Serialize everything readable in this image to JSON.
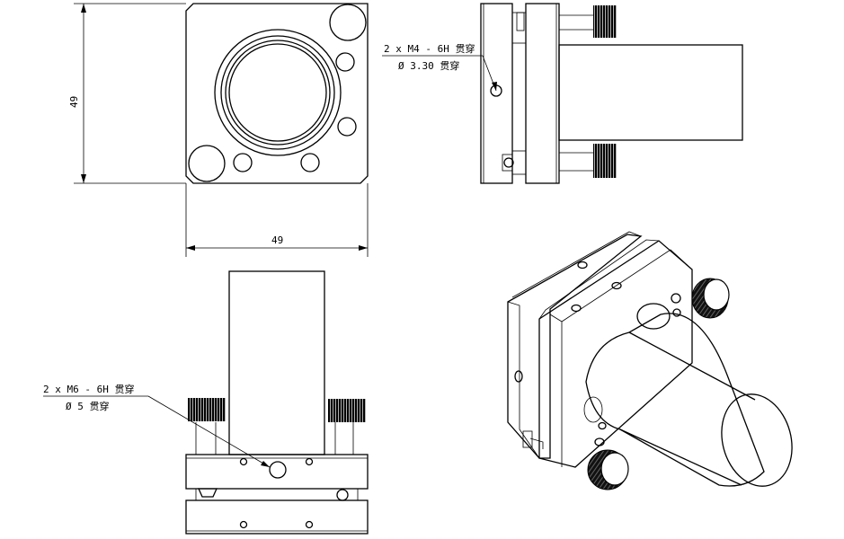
{
  "front_view": {
    "height_dim": "49",
    "width_dim": "49"
  },
  "side_view": {
    "callout_line1": "2 x  M4 - 6H 贯穿",
    "callout_line2": "Ø 3.30 贯穿"
  },
  "top_view": {
    "callout_line1": "2 x  M6 - 6H 贯穿",
    "callout_line2": "Ø 5 贯穿"
  },
  "colors": {
    "line": "#000000",
    "knurl": "#000000",
    "background": "#ffffff"
  },
  "icons": {
    "knurled_knob": "knurled-knob-icon",
    "screw_head": "screw-head-icon"
  }
}
